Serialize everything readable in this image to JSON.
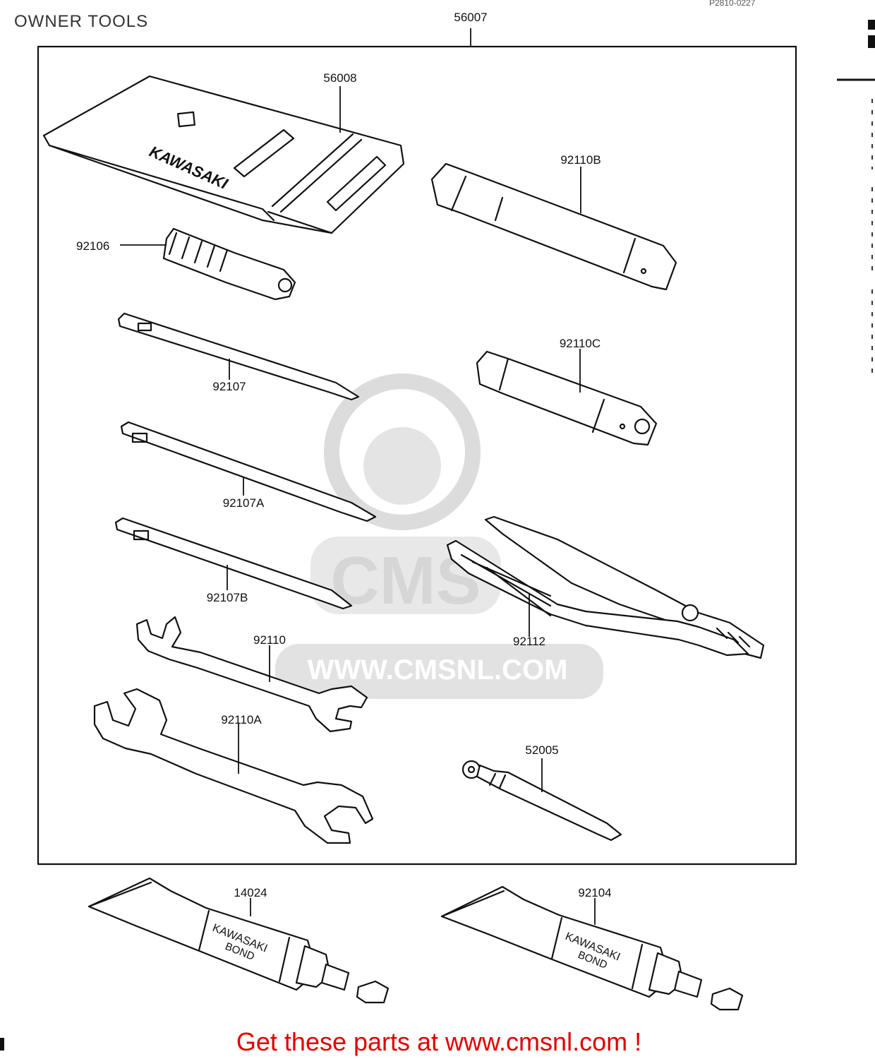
{
  "header": {
    "title": "OWNER TOOLS",
    "ref_code": "P2810-0227",
    "frame_part": "56007"
  },
  "parts": [
    {
      "id": "56008"
    },
    {
      "id": "92110B"
    },
    {
      "id": "92106"
    },
    {
      "id": "92110C"
    },
    {
      "id": "92107"
    },
    {
      "id": "92107A"
    },
    {
      "id": "92107B"
    },
    {
      "id": "92112"
    },
    {
      "id": "92110"
    },
    {
      "id": "92110A"
    },
    {
      "id": "52005"
    },
    {
      "id": "14024"
    },
    {
      "id": "92104"
    }
  ],
  "bag_print": "KAWASAKI",
  "tube_print": [
    "KAWASAKI",
    "BOND"
  ],
  "watermark": "WWW.CMSNL.COM",
  "watermark_logo": "CMS",
  "footer": {
    "text": "Get these parts at www.cmsnl.com !"
  },
  "colors": {
    "footer_text": "#e00000",
    "ink": "#111111",
    "watermark": "#d6d6d6"
  }
}
